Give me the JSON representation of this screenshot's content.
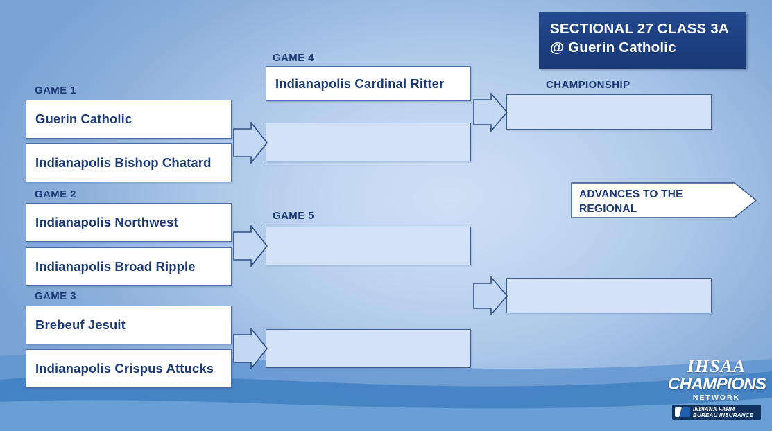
{
  "banner": {
    "line1": "SECTIONAL 27 CLASS 3A",
    "line2": "@ Guerin Catholic"
  },
  "labels": {
    "game1": "GAME 1",
    "game2": "GAME 2",
    "game3": "GAME 3",
    "game4": "GAME 4",
    "game5": "GAME 5",
    "championship": "CHAMPIONSHIP"
  },
  "teams": {
    "guerin_catholic": "Guerin Catholic",
    "bishop_chatard": "Indianapolis Bishop Chatard",
    "northwest": "Indianapolis Northwest",
    "broad_ripple": "Indianapolis Broad Ripple",
    "brebeuf_jesuit": "Brebeuf Jesuit",
    "crispus_attucks": "Indianapolis Crispus Attucks",
    "cardinal_ritter": "Indianapolis Cardinal Ritter"
  },
  "advances": {
    "line1": "ADVANCES TO THE",
    "line2": "REGIONAL"
  },
  "logo": {
    "ihsaa": "IHSAA",
    "champions": "CHAMPIONS",
    "network": "NETWORK",
    "sponsor_line1": "INDIANA FARM",
    "sponsor_line2": "BUREAU INSURANCE"
  },
  "colors": {
    "banner_navy": "#1d3f80",
    "text_navy": "#1b3a77",
    "box_white": "#ffffff",
    "box_empty_fill": "#d3e2f7",
    "box_border": "#3f5f92",
    "bg_light": "#cfe0f5",
    "bg_mid": "#8eb1dc"
  }
}
